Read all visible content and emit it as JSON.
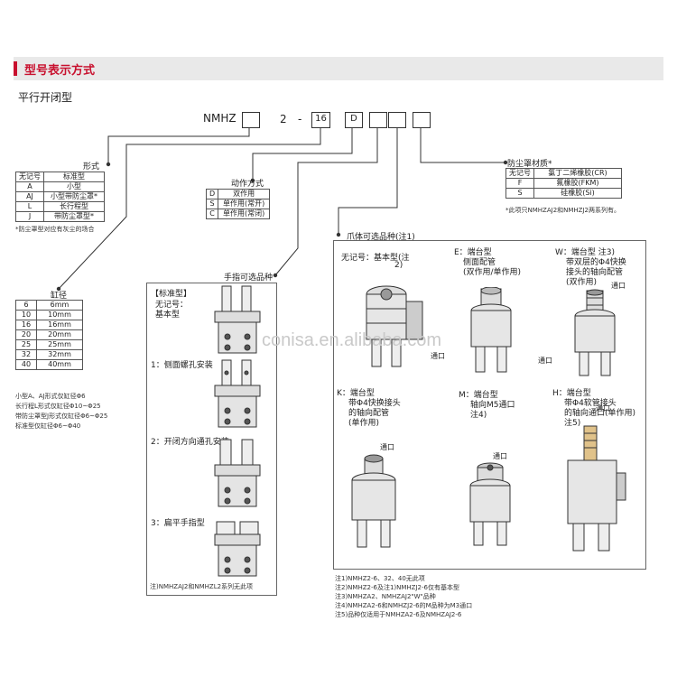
{
  "header": {
    "title": "型号表示方式"
  },
  "subtitle": "平行开闭型",
  "model": {
    "prefix": "NMHZ",
    "dash1": "2",
    "dash2": "-",
    "bore": "16",
    "code": "D"
  },
  "form": {
    "title": "形式",
    "headers": [
      "无记号",
      "标准型"
    ],
    "rows": [
      [
        "A",
        "小型"
      ],
      [
        "AJ",
        "小型带防尘罩*"
      ],
      [
        "L",
        "长行程型"
      ],
      [
        "J",
        "带防尘罩型*"
      ]
    ],
    "note": "*防尘罩型对应有灰尘的场合"
  },
  "action": {
    "title": "动作方式",
    "rows": [
      [
        "D",
        "双作用"
      ],
      [
        "S",
        "单作用(常开)"
      ],
      [
        "C",
        "单作用(常闭)"
      ]
    ]
  },
  "cover": {
    "title": "防尘罩材质*",
    "rows": [
      [
        "无记号",
        "氯丁二烯橡胶(CR)"
      ],
      [
        "F",
        "氟橡胶(FKM)"
      ],
      [
        "S",
        "硅橡胶(Si)"
      ]
    ],
    "note": "*此项只NMHZAJ2和NMHZJ2两系列有。"
  },
  "bore_table": {
    "title": "缸径",
    "rows": [
      [
        "6",
        "6mm"
      ],
      [
        "10",
        "10mm"
      ],
      [
        "16",
        "16mm"
      ],
      [
        "20",
        "20mm"
      ],
      [
        "25",
        "25mm"
      ],
      [
        "32",
        "32mm"
      ],
      [
        "40",
        "40mm"
      ]
    ],
    "notes": [
      "小型A、AJ形式仅缸径Φ6",
      "长行程L形式仅缸径Φ10~Φ25",
      "带防尘罩型J形式仅缸径Φ6~Φ25",
      "标准型仅缸径Φ6~Φ40"
    ]
  },
  "finger": {
    "title": "手指可选品种",
    "std_label": "【标准型】",
    "std_sub1": "无记号：",
    "std_sub2": "基本型",
    "opt1": "1：侧面螺孔安装",
    "opt2": "2：开闭方向通孔安装",
    "opt3": "3：扁平手指型",
    "note": "注)NMHZAJ2和NMHZL2系列无此项"
  },
  "claw": {
    "title": "爪体可选品种(注1)",
    "basic_l1": "无记号：基本型(注",
    "basic_l2": "2)",
    "e_l1": "E：端台型",
    "e_l2": "侧面配管",
    "e_l3": "(双作用/单作用)",
    "w_l1": "W：端台型 注3)",
    "w_l2": "带双层的Φ4快换",
    "w_l3": "接头的轴向配管",
    "w_l4": "(双作用)",
    "k_l1": "K：端台型",
    "k_l2": "带Φ4快换接头",
    "k_l3": "的轴向配管",
    "k_l4": "(单作用)",
    "m_l1": "M：端台型",
    "m_l2": "轴向M5通口",
    "m_l3": "注4)",
    "h_l1": "H：端台型",
    "h_l2": "带Φ4软管接头",
    "h_l3": "的轴向通口(单作用)",
    "h_l4": "注5)",
    "port": "通口"
  },
  "bottom_notes": [
    "注1)NMHZ2-6、32、40无此项",
    "注2)NMHZ2-6及注1)NMHZJ2-6仅有基本型",
    "注3)NMHZA2、NMHZAJ2\"W\"品种",
    "注4)NMHZA2-6和NMHZJ2-6的M品种为M3通口",
    "注5)品种仅适用于NMHZA2-6及NMHZAJ2-6"
  ],
  "watermark": "conisa.en.alibaba.com",
  "colors": {
    "accent": "#c8102e",
    "header_bg": "#e9e9e9"
  }
}
